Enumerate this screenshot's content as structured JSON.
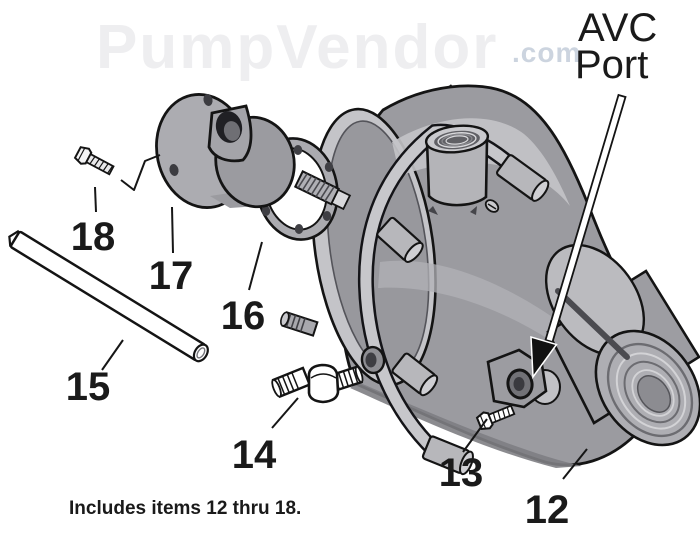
{
  "watermark": {
    "text": "PumpVendor",
    "suffix": ".com"
  },
  "callout": {
    "line1": "AVC",
    "line2": "Port"
  },
  "caption": {
    "text": "Includes items 12 thru 18."
  },
  "labels": {
    "p12": "12",
    "p13": "13",
    "p14": "14",
    "p15": "15",
    "p16": "16",
    "p17": "17",
    "p18": "18"
  },
  "colors": {
    "outline": "#141414",
    "body_gray": "#9b9ba0",
    "body_light": "#c4c4c8",
    "body_dark": "#7e7e83",
    "band_gray": "#c7c7cb",
    "part_white": "#ffffff",
    "text": "#1a1a1a",
    "watermark": "#eeeef0",
    "watermark_suffix": "#ccd4df",
    "background": "#ffffff"
  }
}
